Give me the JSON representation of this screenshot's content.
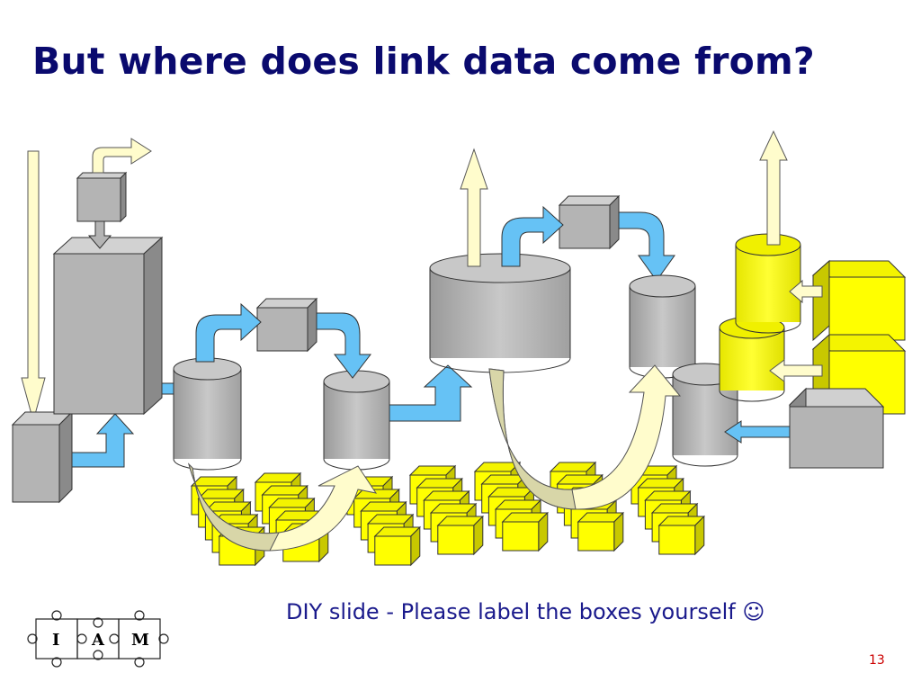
{
  "slide": {
    "title": "But where does link data come from?",
    "caption": "DIY slide - Please label the boxes yourself ☺",
    "page_number": "13"
  },
  "logo": {
    "letters": [
      "I",
      "A",
      "M"
    ]
  },
  "colors": {
    "title": "#0a0a6e",
    "caption": "#1a1a8c",
    "page_number": "#cc0000",
    "box_gray": "#b4b4b4",
    "link_yellow": "#ffff00",
    "flow_blue": "#66c2f5",
    "arrow_cream": "#fffccc",
    "arrow_khaki": "#d8d6a8"
  }
}
